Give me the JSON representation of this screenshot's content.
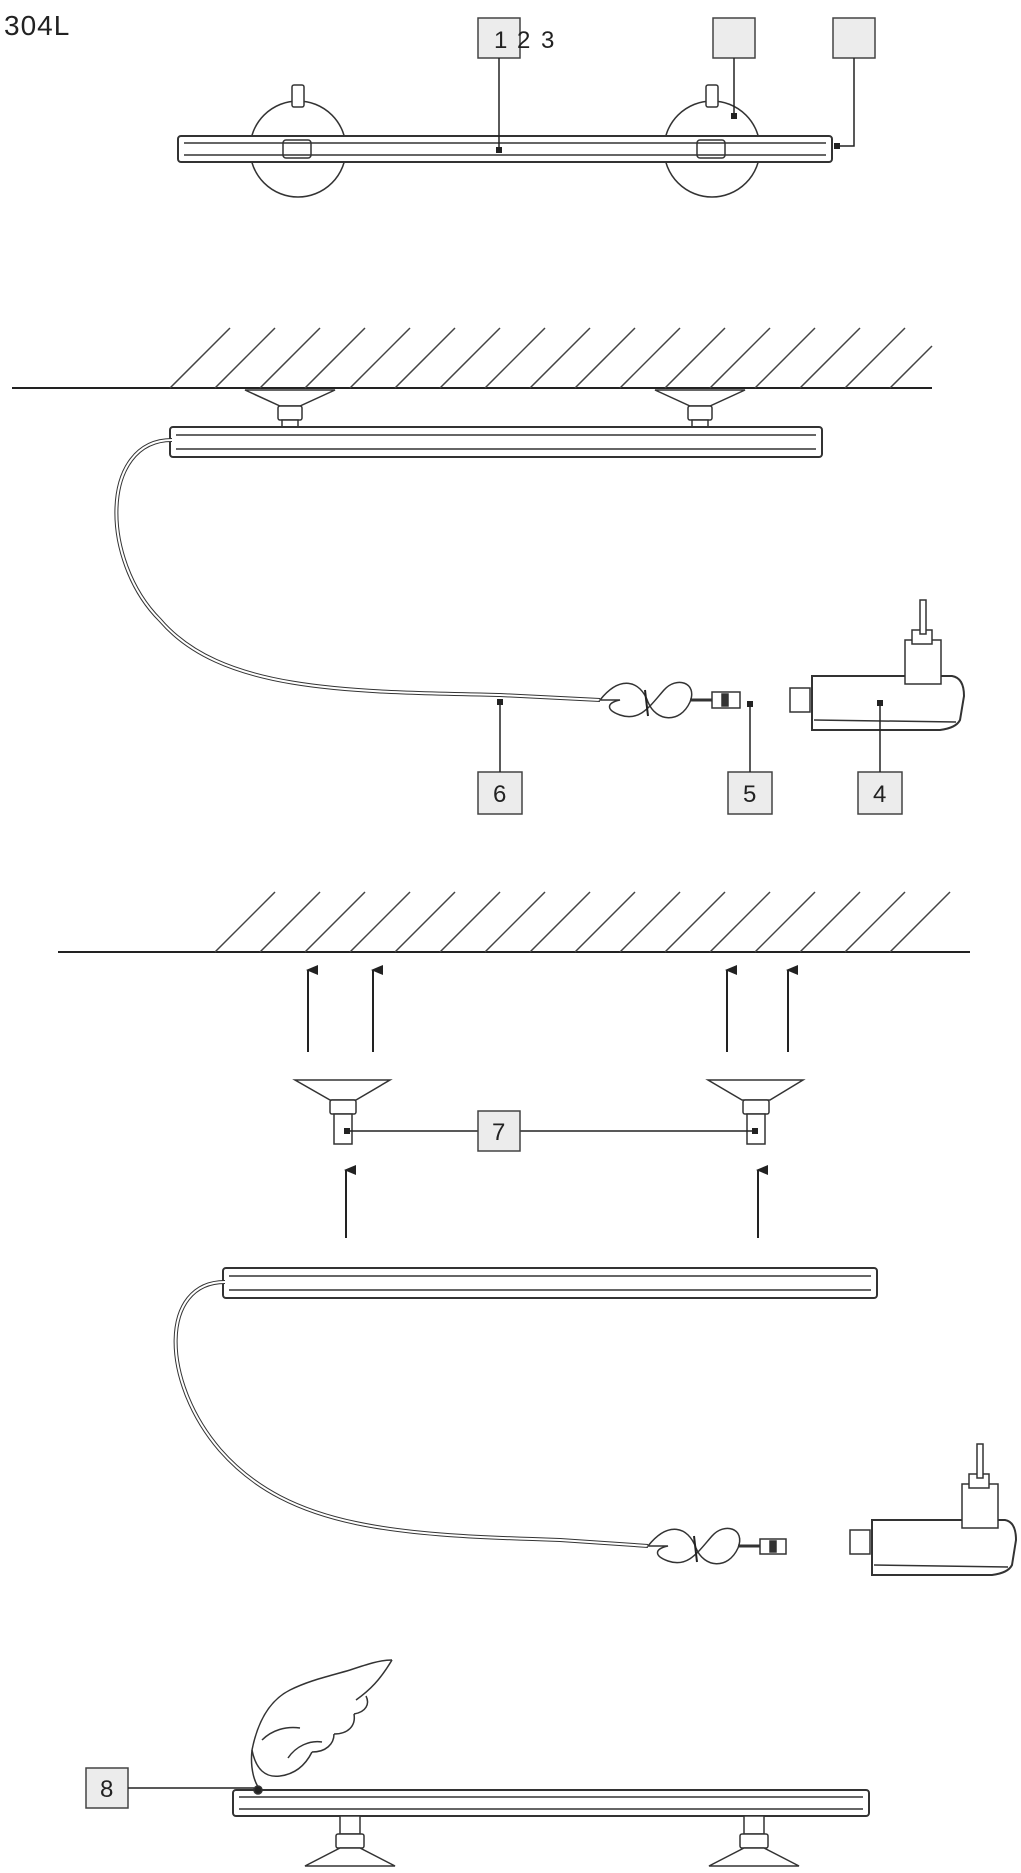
{
  "model": "304L",
  "callouts": {
    "c1": "1",
    "c2": "2",
    "c3": "3",
    "c4": "4",
    "c5": "5",
    "c6": "6",
    "c7": "7",
    "c8": "8"
  }
}
